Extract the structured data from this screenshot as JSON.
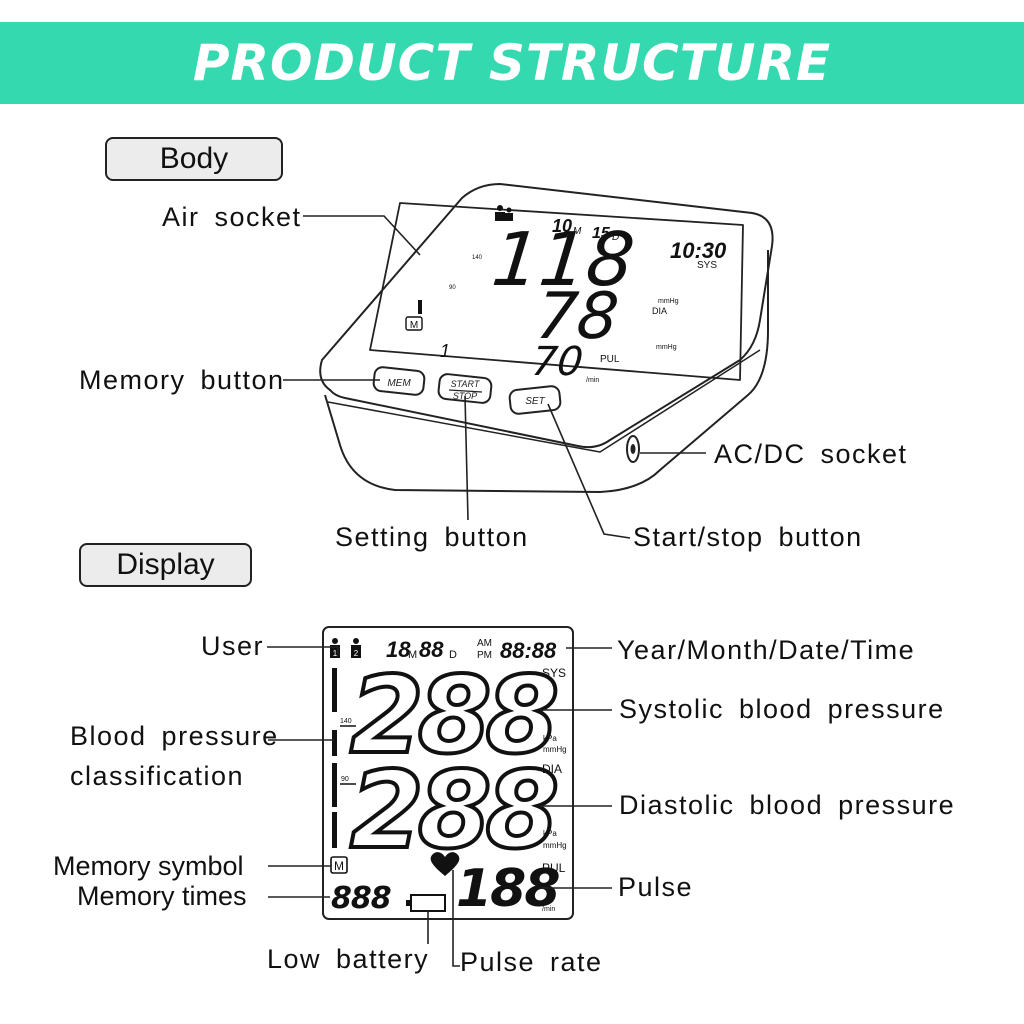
{
  "banner": {
    "title": "PRODUCT STRUCTURE",
    "color": "#34d9b0"
  },
  "sections": {
    "body": "Body",
    "display": "Display"
  },
  "body_labels": {
    "air_socket": "Air socket",
    "memory_button": "Memory button",
    "acdc_socket": "AC/DC socket",
    "setting_button": "Setting button",
    "start_stop_button": "Start/stop button"
  },
  "device": {
    "month": "10",
    "month_unit": "M",
    "day": "15",
    "day_unit": "D",
    "time": "10:30",
    "sys_value": "118",
    "dia_value": "78",
    "pulse_value": "70",
    "sys": "SYS",
    "dia": "DIA",
    "pul": "PUL",
    "mmhg": "mmHg",
    "per_min": "/min",
    "mark_140": "140",
    "mark_90": "90",
    "memory_symbol": "M",
    "memory_count": "1",
    "mem_button": "MEM",
    "start_label": "START",
    "stop_label": "STOP",
    "set_button": "SET"
  },
  "display_labels": {
    "user": "User",
    "datetime": "Year/Month/Date/Time",
    "systolic": "Systolic blood pressure",
    "bp_class_line1": "Blood pressure",
    "bp_class_line2": "classification",
    "diastolic": "Diastolic blood pressure",
    "memory_symbol": "Memory symbol",
    "memory_times": "Memory times",
    "pulse": "Pulse",
    "low_battery": "Low battery",
    "pulse_rate": "Pulse rate"
  },
  "lcd": {
    "user1": "1",
    "user2": "2",
    "month": "18",
    "month_unit": "M",
    "date": "88",
    "date_unit": "D",
    "am": "AM",
    "pm": "PM",
    "time": "88:88",
    "sys": "SYS",
    "dia": "DIA",
    "pul": "PUL",
    "kpa": "kPa",
    "mmhg": "mmHg",
    "per_min": "/min",
    "systolic": "288",
    "diastolic": "288",
    "pulse": "188",
    "mark_140": "140",
    "mark_90": "90",
    "memory_symbol": "M",
    "memory_times": "888"
  }
}
